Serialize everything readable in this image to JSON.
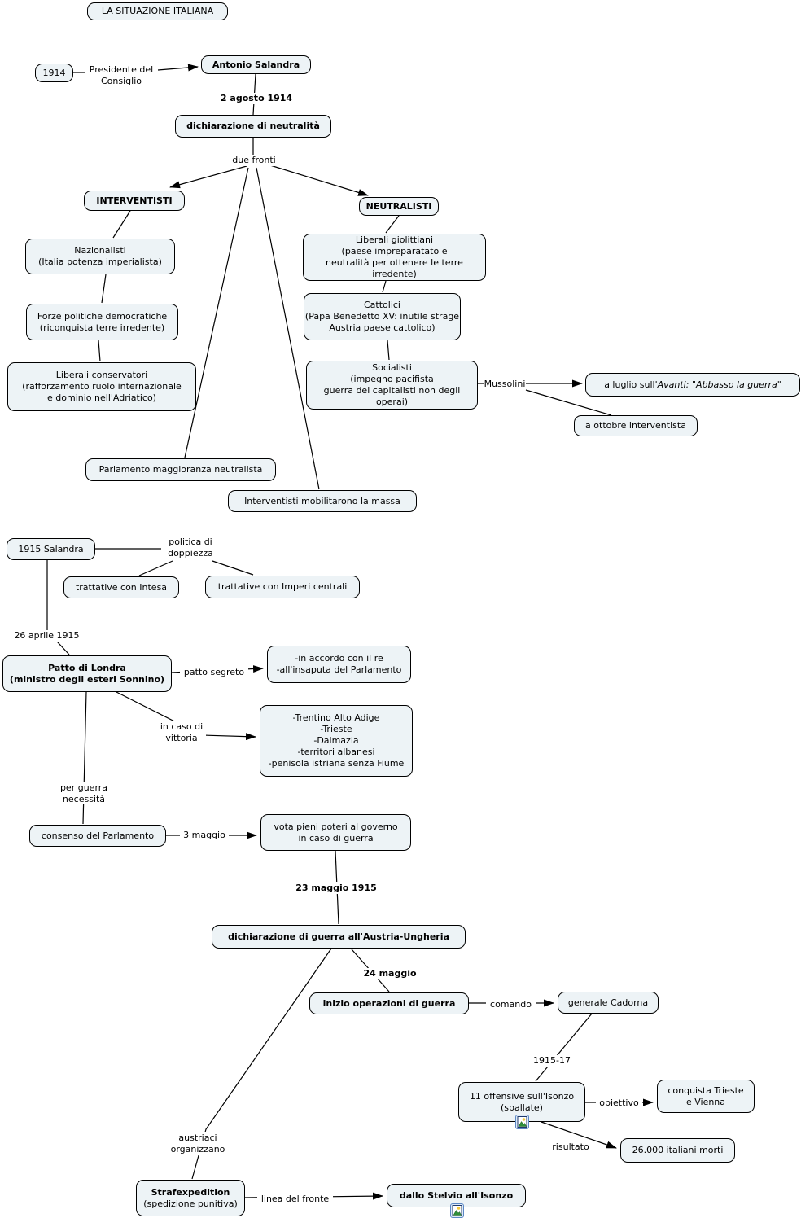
{
  "title": "LA SITUAZIONE ITALIANA",
  "nodes": {
    "year_1914": "1914",
    "antonio_salandra": "Antonio Salandra",
    "dichiarazione_neutralita": "dichiarazione di neutralità",
    "interventisti": "INTERVENTISTI",
    "neutralisti": "NEUTRALISTI",
    "nazionalisti": "Nazionalisti\n(Italia potenza imperialista)",
    "forze_politiche": "Forze politiche democratiche\n(riconquista terre irredente)",
    "liberali_conservatori": "Liberali conservatori\n(rafforzamento ruolo internazionale\ne dominio nell'Adriatico)",
    "liberali_giolittiani": "Liberali giolittiani\n(paese impreparatato e\nneutralità per ottenere le terre irredente)",
    "cattolici": "Cattolici\n(Papa Benedetto XV: inutile strage\nAustria paese cattolico)",
    "socialisti": "Socialisti\n(impegno pacifista\nguerra dei capitalisti non degli operai)",
    "avanti_prefix": "a luglio sull'",
    "avanti_italic": "Avanti: \"Abbasso la guerra\"",
    "a_ottobre": "a ottobre interventista",
    "parlamento_neutralista": "Parlamento maggioranza neutralista",
    "interventisti_massa": "Interventisti mobilitarono la massa",
    "salandra_1915": "1915 Salandra",
    "trattative_intesa": "trattative con Intesa",
    "trattative_imperi": "trattative con Imperi centrali",
    "patto_londra": "Patto di Londra\n(ministro degli esteri Sonnino)",
    "accordo_re": "-in accordo con il re\n-all'insaputa del Parlamento",
    "territori": "-Trentino Alto Adige\n-Trieste\n-Dalmazia\n-territori albanesi\n-penisola istriana senza Fiume",
    "consenso_parlamento": "consenso del Parlamento",
    "vota_pieni_poteri": "vota pieni poteri al governo\nin caso di guerra",
    "dichiarazione_guerra": "dichiarazione di guerra all'Austria-Ungheria",
    "inizio_operazioni": "inizio operazioni di guerra",
    "generale_cadorna": "generale Cadorna",
    "offensive_isonzo": "11 offensive sull'Isonzo\n(spallate)",
    "conquista_trieste": "conquista Trieste\ne Vienna",
    "italiani_morti": "26.000 italiani morti",
    "strafexpedition_title": "Strafexpedition",
    "strafexpedition_sub": "(spedizione punitiva)",
    "dallo_stelvio": "dallo Stelvio all'Isonzo"
  },
  "labels": {
    "presidente_consiglio": "Presidente del\nConsiglio",
    "agosto_2_1914": "2 agosto 1914",
    "due_fronti": "due fronti",
    "mussolini": "Mussolini",
    "politica_doppiezza": "politica di\ndoppiezza",
    "aprile_26_1915": "26 aprile 1915",
    "patto_segreto": "patto segreto",
    "in_caso_vittoria": "in caso di\nvittoria",
    "per_guerra": "per guerra\nnecessità",
    "maggio_3": "3 maggio",
    "maggio_23_1915": "23 maggio 1915",
    "maggio_24": "24 maggio",
    "comando": "comando",
    "anni_1915_17": "1915-17",
    "obiettivo": "obiettivo",
    "risultato": "risultato",
    "austriaci_organizzano": "austriaci\norganizzano",
    "linea_fronte": "linea del fronte"
  },
  "icons": {
    "image_attachment": "picture-icon"
  },
  "colors": {
    "node_fill": "#edf3f6",
    "node_border": "#000000",
    "connector": "#000000",
    "background": "#ffffff",
    "icon_frame": "#5b87c5"
  }
}
